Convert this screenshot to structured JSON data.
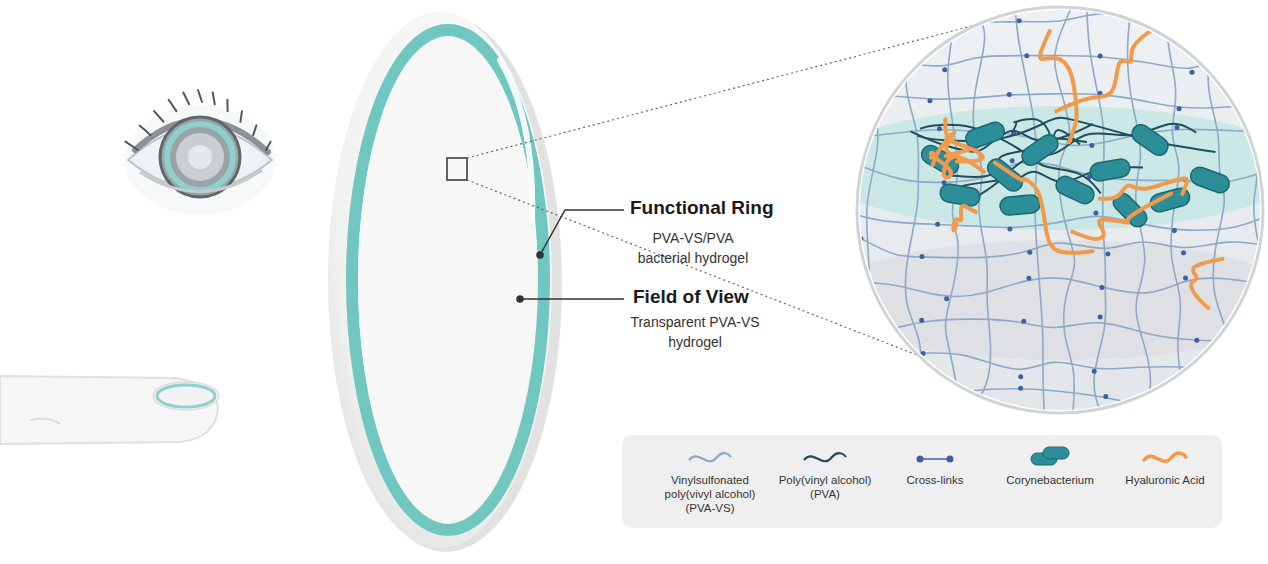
{
  "diagram": {
    "labels": [
      "Functional Ring",
      "PVA-VS/PVA bacterial hydrogel",
      "Field of View",
      "Transparent PVA-VS hydrogel"
    ],
    "legend": [
      {
        "text": "Vinylsulfonated poly(vivyl alcohol) (PVA-VS)"
      },
      {
        "text": "Poly(vinyl alcohol) (PVA)"
      },
      {
        "text": "Cross-links"
      },
      {
        "text": "Corynebacterium"
      },
      {
        "text": "Hyaluronic Acid"
      }
    ]
  }
}
